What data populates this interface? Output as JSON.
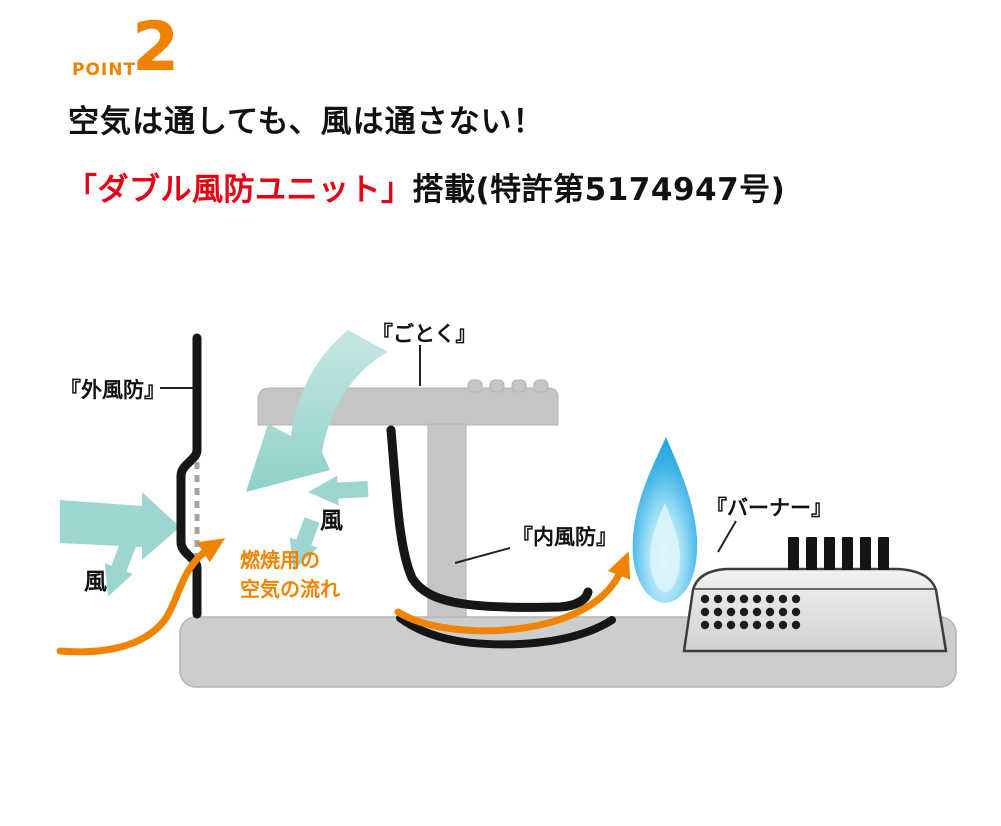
{
  "header": {
    "point_label": "POINT",
    "point_number": "2",
    "headline": "空気は通しても、風は通さない！",
    "feature_name": "「ダブル風防ユニット」",
    "feature_suffix": "搭載(特許第5174947号)"
  },
  "diagram": {
    "labels": {
      "outer_windshield": "『外風防』",
      "trivet": "『ごとく』",
      "inner_windshield": "『内風防』",
      "burner": "『バーナー』",
      "wind_left": "風",
      "wind_center": "風",
      "airflow_caption_line1": "燃焼用の",
      "airflow_caption_line2": "空気の流れ"
    },
    "colors": {
      "accent_orange": "#f08300",
      "accent_red": "#e60012",
      "wind_teal": "#9dd5d0",
      "flame_blue": "#1ba0da",
      "metal_gray": "#c9cbcd",
      "line_black": "#1a1a1a"
    }
  }
}
